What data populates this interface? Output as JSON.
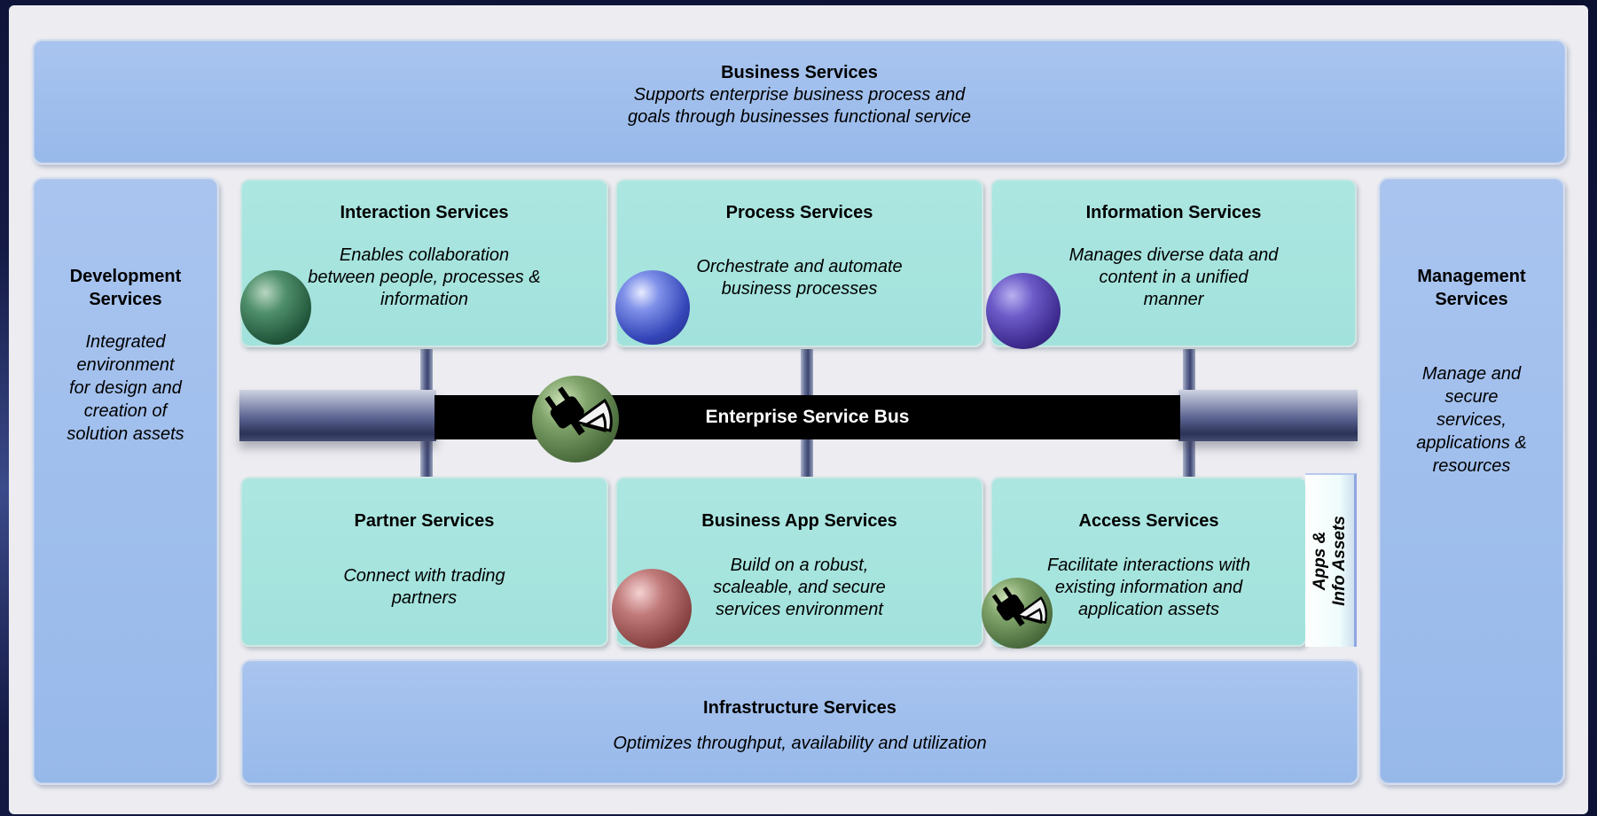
{
  "business": {
    "title": "Business Services",
    "desc_line1": "Supports enterprise business process and",
    "desc_line2": "goals through businesses functional service"
  },
  "development": {
    "title_line1": "Development",
    "title_line2": "Services",
    "desc_lines": [
      "Integrated",
      "environment",
      "for design and",
      "creation of",
      "solution assets"
    ]
  },
  "management": {
    "title_line1": "Management",
    "title_line2": "Services",
    "desc_lines": [
      "Manage and",
      "secure",
      "services,",
      "applications &",
      "resources"
    ]
  },
  "top_services": [
    {
      "title": "Interaction Services",
      "desc_lines": [
        "Enables collaboration",
        "between people, processes &",
        "information"
      ]
    },
    {
      "title": "Process Services",
      "desc_lines": [
        "Orchestrate and automate",
        "business processes"
      ]
    },
    {
      "title": "Information Services",
      "desc_lines": [
        "Manages diverse data and",
        "content in a unified",
        "manner"
      ]
    }
  ],
  "bus": {
    "label": "Enterprise Service Bus"
  },
  "bottom_services": [
    {
      "title": "Partner Services",
      "desc_lines": [
        "Connect with trading",
        "partners"
      ]
    },
    {
      "title": "Business App Services",
      "desc_lines": [
        "Build on a robust,",
        "scaleable, and secure",
        "services environment"
      ]
    },
    {
      "title": "Access Services",
      "desc_lines": [
        "Facilitate interactions with",
        "existing information and",
        "application assets"
      ]
    }
  ],
  "apps_assets": {
    "line1": "Apps &",
    "line2": "Info Assets"
  },
  "infrastructure": {
    "title": "Infrastructure Services",
    "desc": "Optimizes throughput, availability and utilization"
  },
  "colors": {
    "panel_blue": "#9dbdeb",
    "service_teal": "#a6e3de",
    "bus_black": "#000000",
    "frame": "#ececf1"
  }
}
